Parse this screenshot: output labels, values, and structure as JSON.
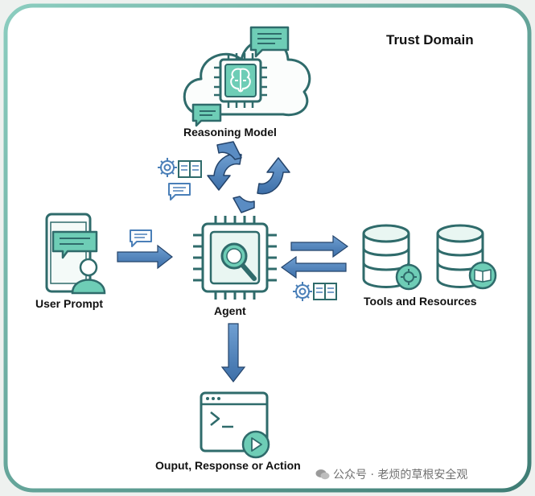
{
  "title": "Trust Domain",
  "nodes": {
    "reasoning_model": "Reasoning Model",
    "agent": "Agent",
    "user_prompt": "User Prompt",
    "tools": "Tools and Resources",
    "output": "Ouput, Response or Action"
  },
  "watermark": "公众号 · 老烦的草根安全观",
  "colors": {
    "teal": "#2f6b6b",
    "mint": "#6ecdb6",
    "arrow_blue": "#4a7fb8",
    "border": "#5a9c90"
  }
}
